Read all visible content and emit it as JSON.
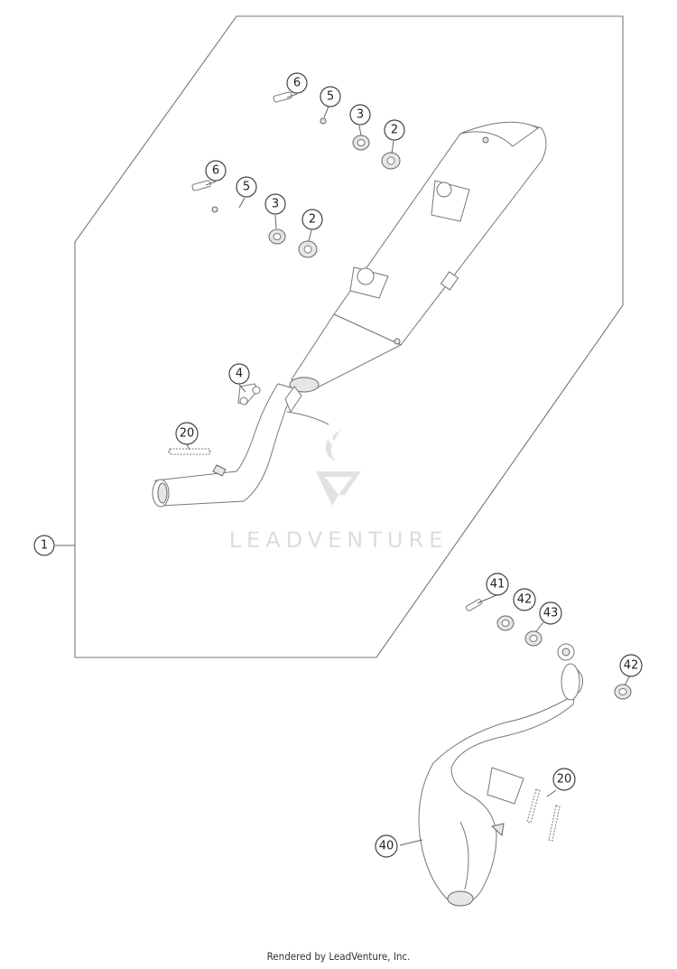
{
  "diagram": {
    "callouts": [
      {
        "label": "6"
      },
      {
        "label": "5"
      },
      {
        "label": "3"
      },
      {
        "label": "2"
      },
      {
        "label": "6"
      },
      {
        "label": "5"
      },
      {
        "label": "3"
      },
      {
        "label": "2"
      },
      {
        "label": "4"
      },
      {
        "label": "20"
      },
      {
        "label": "1"
      },
      {
        "label": "41"
      },
      {
        "label": "42"
      },
      {
        "label": "43"
      },
      {
        "label": "42"
      },
      {
        "label": "20"
      },
      {
        "label": "40"
      }
    ],
    "watermark": "LEADVENTURE"
  },
  "footer": {
    "text": "Rendered by LeadVenture, Inc."
  }
}
